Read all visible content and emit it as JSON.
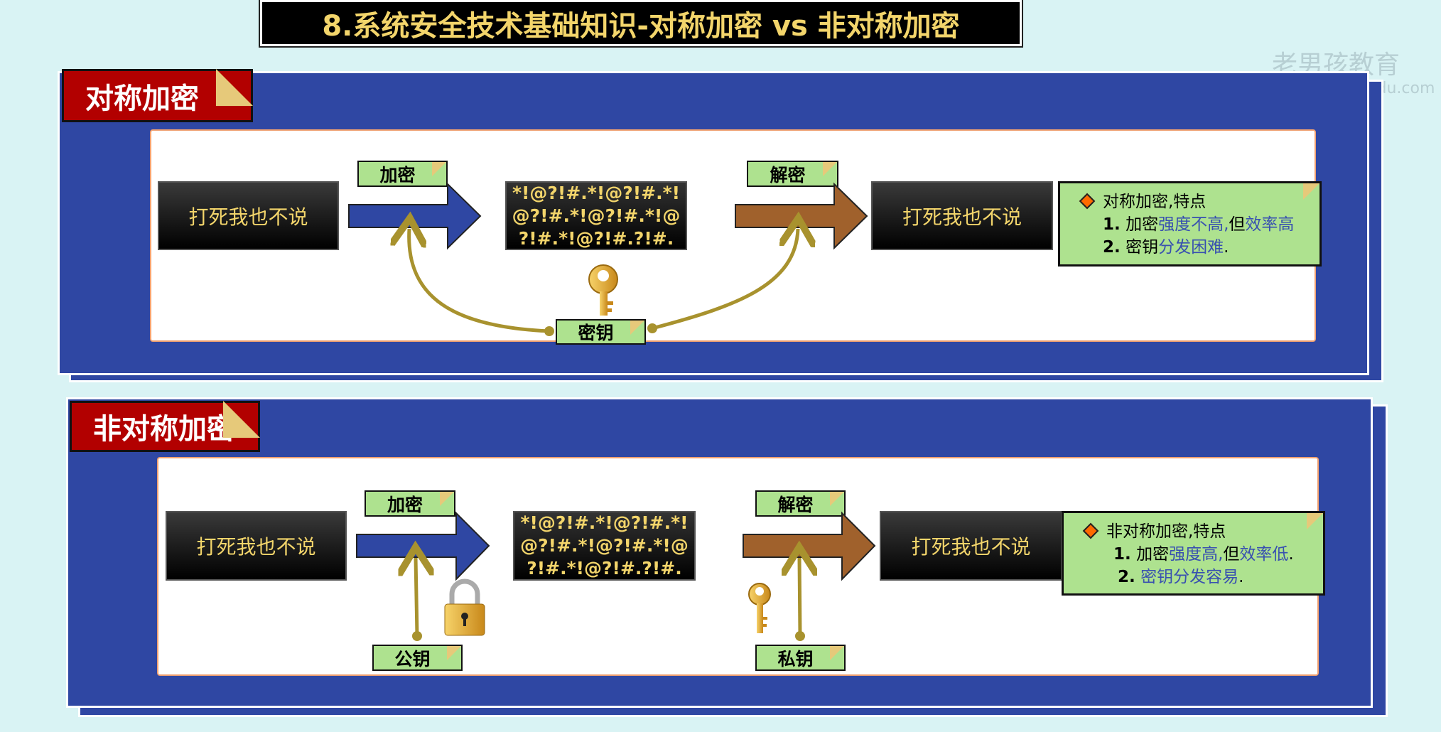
{
  "title": "8.系统安全技术基础知识-对称加密 vs 非对称加密",
  "watermark": {
    "brand": "老男孩教育",
    "url": "oldboyedu.com"
  },
  "symmetric": {
    "label": "对称加密",
    "plaintext": "打死我也不说",
    "encrypt": "加密",
    "ciphertext": [
      "*!@?!#.*!@?!#.*!",
      "@?!#.*!@?!#.*!@",
      "?!#.*!@?!#.?!#."
    ],
    "decrypt": "解密",
    "plaintext_out": "打死我也不说",
    "key": "密钥",
    "note": {
      "heading": "对称加密,特点",
      "l1_num": "1.",
      "l1_a": "加密",
      "l1_b": "强度不高,",
      "l1_c": "但",
      "l1_d": "效率高",
      "l2_num": "2.",
      "l2_a": "密钥",
      "l2_b": "分发困难",
      "l2_c": "."
    }
  },
  "asymmetric": {
    "label": "非对称加密",
    "plaintext": "打死我也不说",
    "encrypt": "加密",
    "ciphertext": [
      "*!@?!#.*!@?!#.*!",
      "@?!#.*!@?!#.*!@",
      "?!#.*!@?!#.?!#."
    ],
    "decrypt": "解密",
    "plaintext_out": "打死我也不说",
    "public_key": "公钥",
    "private_key": "私钥",
    "note": {
      "heading": "非对称加密,特点",
      "l1_num": "1.",
      "l1_a": "加密",
      "l1_b": "强度高,",
      "l1_c": "但",
      "l1_d": "效率低",
      "l1_e": ".",
      "l2_num": "2.",
      "l2_a": "密钥分发容易",
      "l2_b": "."
    }
  }
}
